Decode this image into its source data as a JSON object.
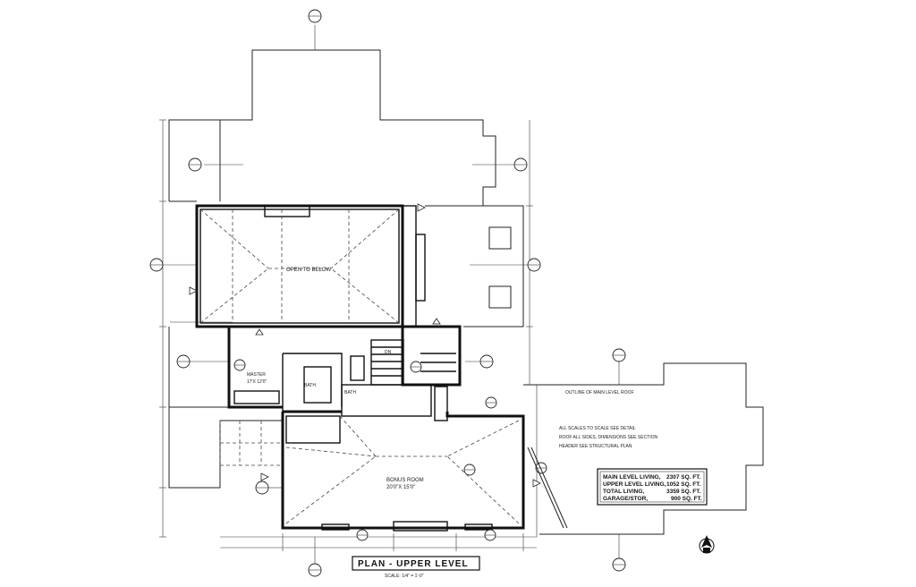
{
  "title_block": {
    "title": "PLAN - UPPER LEVEL",
    "scale": "SCALE: 1/4\" = 1'-0\""
  },
  "rooms": {
    "open_to_below": "OPEN TO BELOW",
    "master_bath_1": "MASTER",
    "master_bath_2": "17'X 12'0\"",
    "bath": "BATH",
    "bath2": "BATH",
    "bonus_1": "BONUS ROOM",
    "bonus_2": "20'0\"X 15'0\"",
    "stair": "DN",
    "outline_note": "OUTLINE OF MAIN LEVEL ROOF"
  },
  "area_table": [
    {
      "label": "MAIN LEVEL LIVING,",
      "value": "2307 SQ. FT."
    },
    {
      "label": "UPPER LEVEL LIVING,",
      "value": "1052 SQ. FT."
    },
    {
      "label": "TOTAL  LIVING,",
      "value": "3359 SQ. FT."
    },
    {
      "label": "GARAGE/STOR,",
      "value": "900 SQ. FT."
    }
  ],
  "notes": {
    "general": "ALL SCALES TO SCALE SEE DETAIL",
    "roof": "ROOF ALL SIDES, DIMENSIONS SEE SECTION",
    "header": "HEADER SEE STRUCTURAL PLAN"
  },
  "icons": [
    "section-marker-icon",
    "north-arrow-icon",
    "elevation-tag-icon"
  ]
}
